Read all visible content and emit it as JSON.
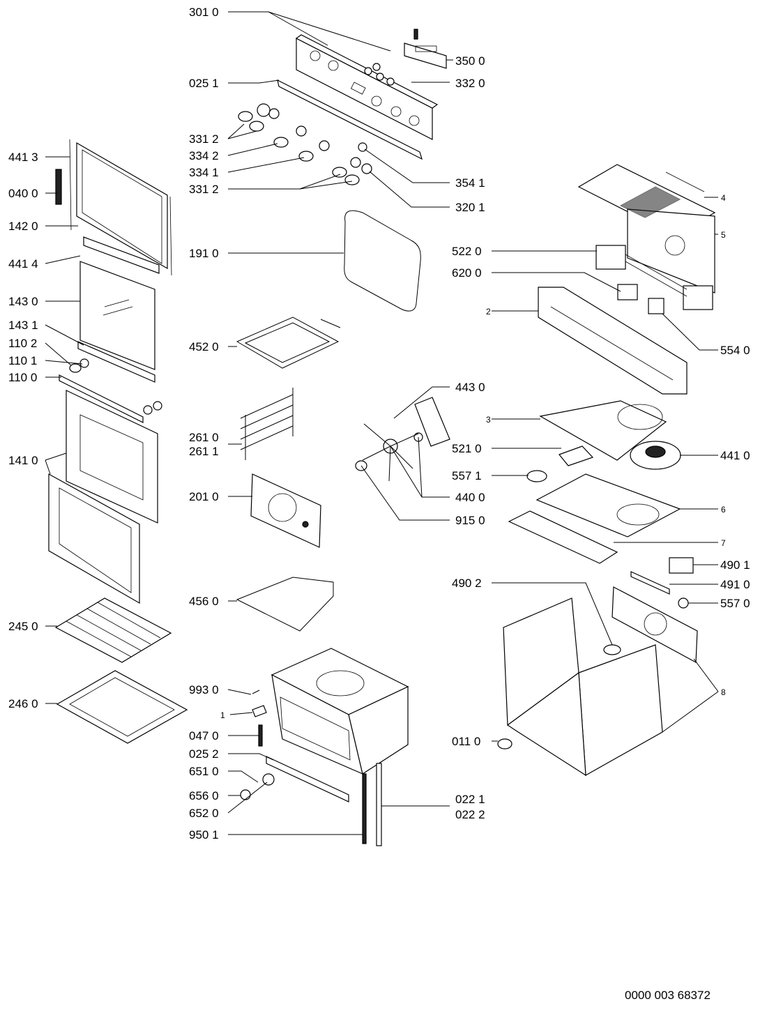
{
  "labels": {
    "l3010": "301 0",
    "l0251": "025 1",
    "l3312a": "331 2",
    "l3342": "334 2",
    "l3341": "334 1",
    "l3312b": "331 2",
    "l3500": "350 0",
    "l3320": "332 0",
    "l3541": "354 1",
    "l3201": "320 1",
    "l4413": "441 3",
    "l0400": "040 0",
    "l1420": "142 0",
    "l4414": "441 4",
    "l1430": "143 0",
    "l1431": "143 1",
    "l1102": "110 2",
    "l1101": "110 1",
    "l1100": "110 0",
    "l1410": "141 0",
    "l2450": "245 0",
    "l2460": "246 0",
    "l1910": "191 0",
    "l4520": "452 0",
    "l2610": "261 0",
    "l2611": "261 1",
    "l2010": "201 0",
    "l4560": "456 0",
    "l9930": "993 0",
    "l1": "1",
    "l0470": "047 0",
    "l0252": "025 2",
    "l6510": "651 0",
    "l6560": "656 0",
    "l6520": "652 0",
    "l9501": "950 1",
    "l0221": "022 1",
    "l0222": "022 2",
    "l4": "4",
    "l5": "5",
    "l5220": "522 0",
    "l6200": "620 0",
    "l2": "2",
    "l5540": "554 0",
    "l4430": "443 0",
    "l3": "3",
    "l5210": "521 0",
    "l4410": "441 0",
    "l5571": "557 1",
    "l4400": "440 0",
    "l6": "6",
    "l9150": "915 0",
    "l7": "7",
    "l4901": "490 1",
    "l4902": "490 2",
    "l4910": "491 0",
    "l5570": "557 0",
    "l8": "8",
    "l0110": "011 0"
  },
  "footer": {
    "doc_number": "0000 003 68372"
  }
}
